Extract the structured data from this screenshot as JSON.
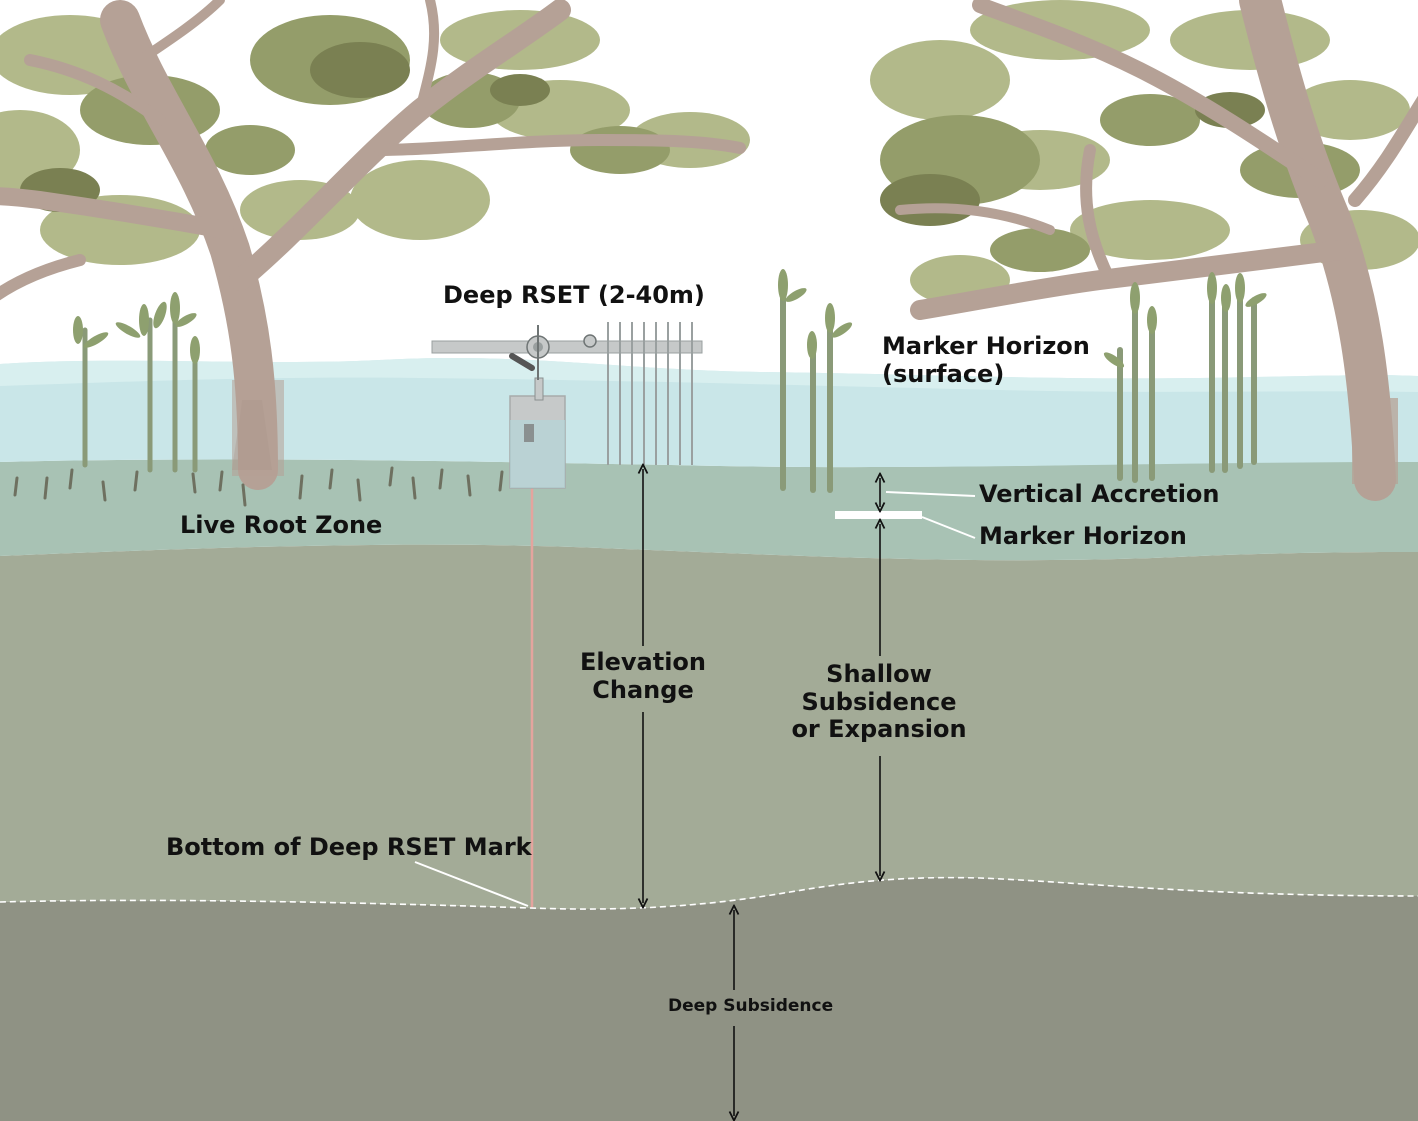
{
  "labels": {
    "deep_rset": "Deep RSET (2-40m)",
    "marker_horizon_surface_line1": "Marker Horizon",
    "marker_horizon_surface_line2": "(surface)",
    "vertical_accretion": "Vertical Accretion",
    "marker_horizon": "Marker Horizon",
    "live_root_zone": "Live Root Zone",
    "elevation_change_line1": "Elevation",
    "elevation_change_line2": "Change",
    "shallow_line1": "Shallow",
    "shallow_line2": "Subsidence",
    "shallow_line3": "or Expansion",
    "bottom_mark": "Bottom of Deep RSET Mark",
    "deep_subsidence": "Deep Subsidence"
  },
  "colors": {
    "sky": "#ffffff",
    "water": "#c9e6e8",
    "water_dark": "#b3d9dc",
    "root_zone": "#a8c2b4",
    "shallow_soil": "#a3ab97",
    "deep_soil": "#8f9284",
    "trunk": "#b5a196",
    "trunk_dark": "#9d887d",
    "foliage_light": "#b2b98a",
    "foliage_mid": "#949d6a",
    "foliage_dark": "#7a8052",
    "rset_metal": "#c6c9c9",
    "rod": "#e4a49e"
  }
}
